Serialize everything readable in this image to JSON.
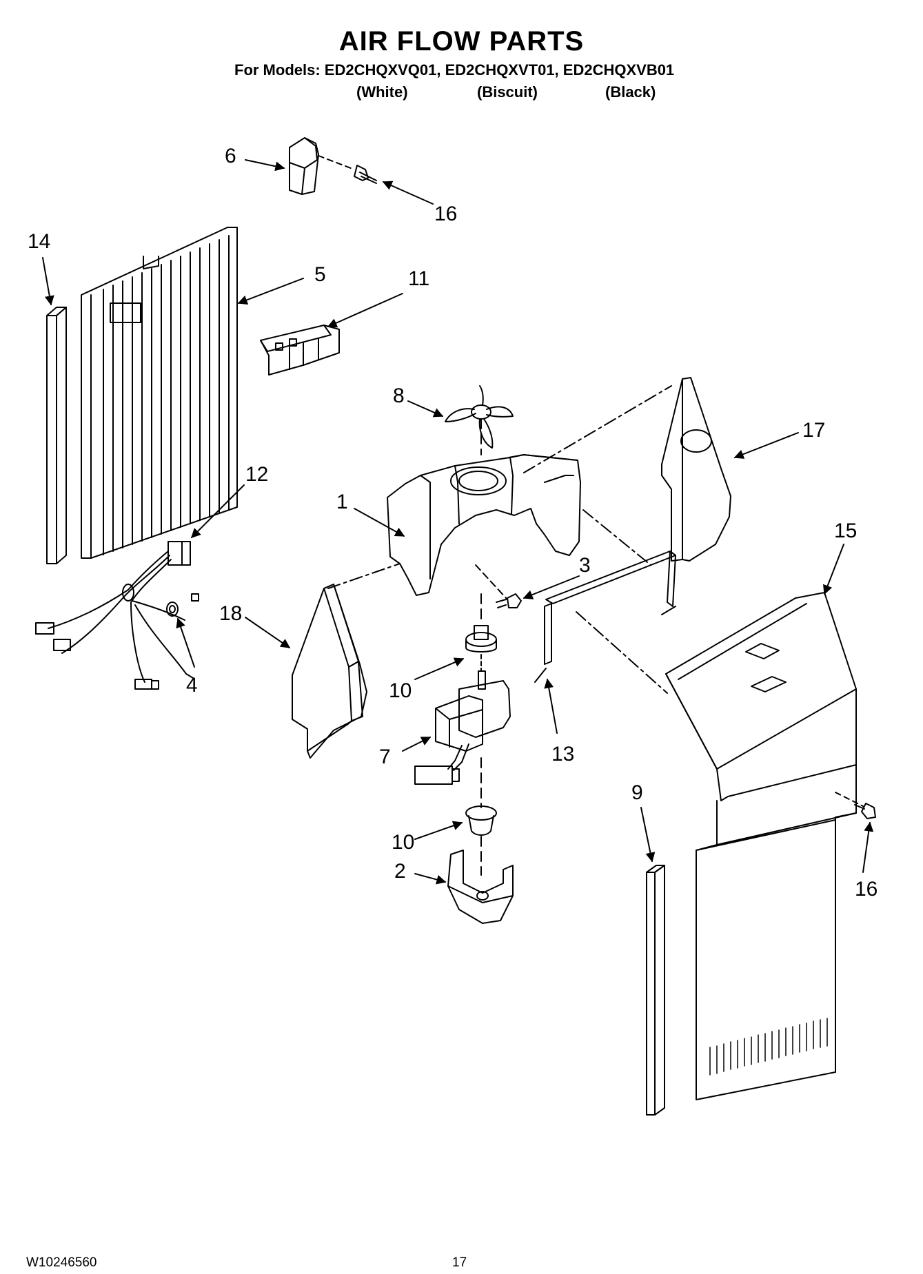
{
  "header": {
    "title": "AIR FLOW PARTS",
    "models": "For Models: ED2CHQXVQ01, ED2CHQXVT01, ED2CHQXVB01",
    "variants": [
      "(White)",
      "(Biscuit)",
      "(Black)"
    ]
  },
  "callouts": [
    "1",
    "2",
    "3",
    "4",
    "5",
    "6",
    "7",
    "8",
    "9",
    "10",
    "10",
    "11",
    "12",
    "13",
    "14",
    "15",
    "16",
    "16",
    "17",
    "18"
  ],
  "footer": {
    "doc_number": "W10246560",
    "page_number": "17"
  }
}
